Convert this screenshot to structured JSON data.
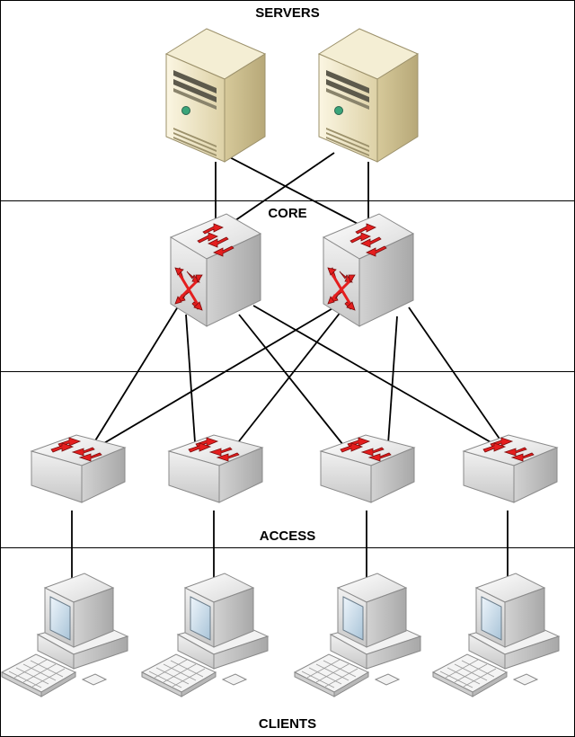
{
  "zones": [
    {
      "label": "SERVERS"
    },
    {
      "label": "CORE"
    },
    {
      "label": "ACCESS"
    },
    {
      "label": "CLIENTS"
    }
  ],
  "devices": {
    "servers": [
      {
        "name": "server"
      },
      {
        "name": "server"
      }
    ],
    "core_switches": [
      {
        "name": "core-switch"
      },
      {
        "name": "core-switch"
      }
    ],
    "access_switches": [
      {
        "name": "access-switch"
      },
      {
        "name": "access-switch"
      },
      {
        "name": "access-switch"
      },
      {
        "name": "access-switch"
      }
    ],
    "clients": [
      {
        "name": "client-pc"
      },
      {
        "name": "client-pc"
      },
      {
        "name": "client-pc"
      },
      {
        "name": "client-pc"
      }
    ]
  },
  "colors": {
    "line": "#000000",
    "switch_arrow": "#e41e1e",
    "server_body": "#efe7c7",
    "switch_body": "#e6e6e6",
    "screen": "#cfe0ec"
  }
}
